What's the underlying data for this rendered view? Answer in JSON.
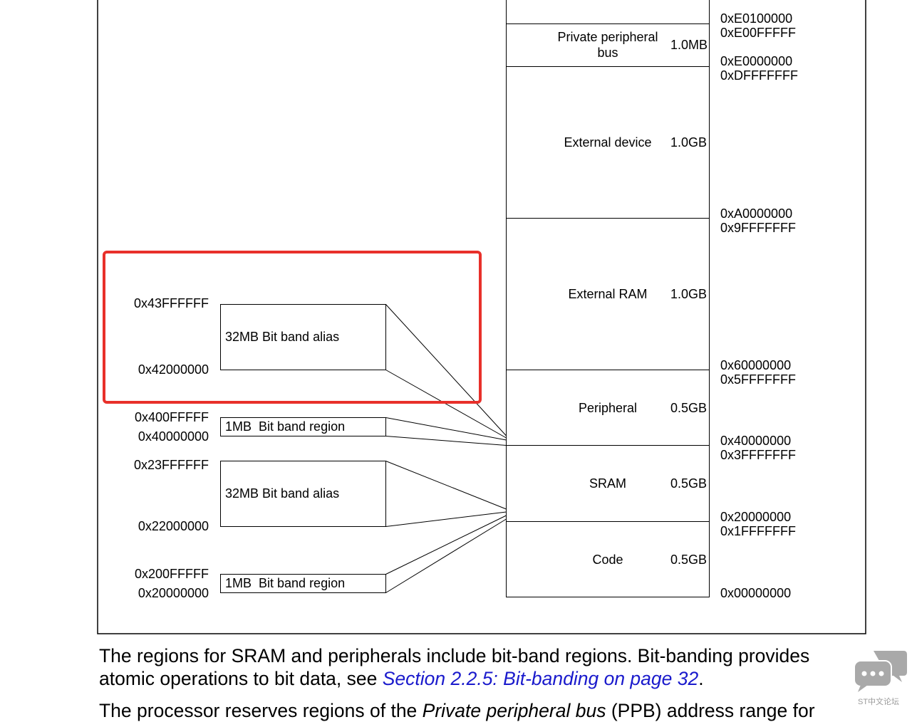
{
  "memory_map": {
    "regions": [
      {
        "name_line1": "Private peripheral",
        "name_line2": "bus",
        "size": "1.0MB"
      },
      {
        "name": "External device",
        "size": "1.0GB"
      },
      {
        "name": "External RAM",
        "size": "1.0GB"
      },
      {
        "name": "Peripheral",
        "size": "0.5GB"
      },
      {
        "name": "SRAM",
        "size": "0.5GB"
      },
      {
        "name": "Code",
        "size": "0.5GB"
      }
    ],
    "right_addresses": [
      "0xE0100000",
      "0xE00FFFFF",
      "0xE0000000",
      "0xDFFFFFFF",
      "0xA0000000",
      "0x9FFFFFFF",
      "0x60000000",
      "0x5FFFFFFF",
      "0x40000000",
      "0x3FFFFFFF",
      "0x20000000",
      "0x1FFFFFFF",
      "0x00000000"
    ]
  },
  "bit_band": {
    "blocks": [
      {
        "label": "32MB Bit band alias",
        "top_addr": "0x43FFFFFF",
        "bottom_addr": "0x42000000"
      },
      {
        "label": "1MB  Bit band region",
        "top_addr": "0x400FFFFF",
        "bottom_addr": "0x40000000"
      },
      {
        "label": "32MB Bit band alias",
        "top_addr": "0x23FFFFFF",
        "bottom_addr": "0x22000000"
      },
      {
        "label": "1MB  Bit band region",
        "top_addr": "0x200FFFFF",
        "bottom_addr": "0x20000000"
      }
    ]
  },
  "highlight": {
    "color": "#e8302a"
  },
  "text": {
    "para1_line1": "The regions for SRAM and peripherals include bit-band regions. Bit-banding provides",
    "para1_line2_pre": "atomic operations to bit data, see ",
    "para1_link": "Section 2.2.5: Bit-banding on page 32",
    "para1_line2_post": ".",
    "para2_line1_pre": "The processor reserves regions of the ",
    "para2_italic": "Private peripheral bus",
    "para2_line1_post": " (PPB) address range for"
  },
  "watermark": {
    "text": "ST中文论坛"
  }
}
